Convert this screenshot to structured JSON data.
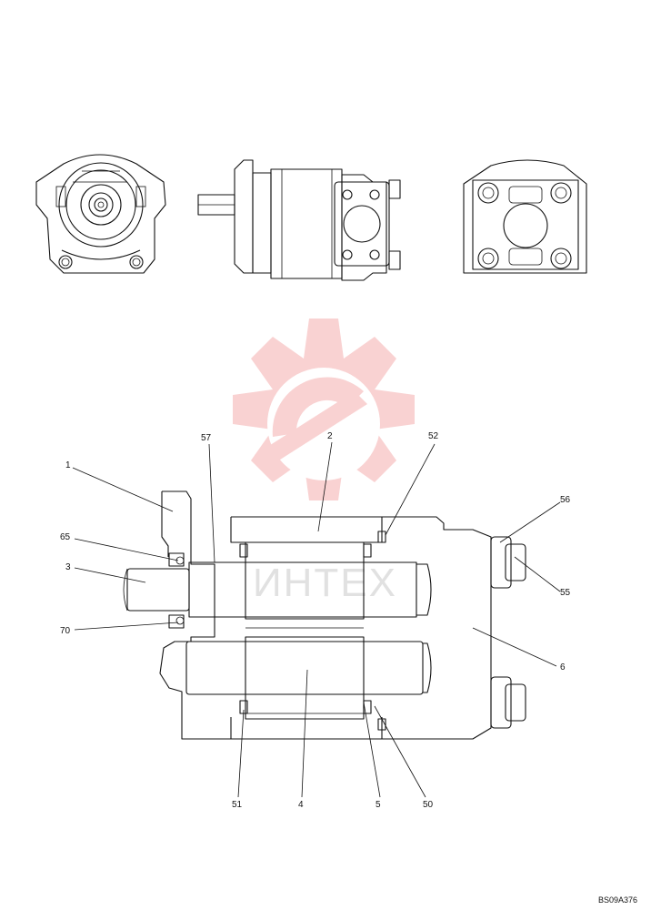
{
  "watermark": {
    "brand_text": "ИНТЕХ",
    "color": "#f4a6a6"
  },
  "drawing_code": "BS09A376",
  "callouts": [
    {
      "id": "c1",
      "text": "1"
    },
    {
      "id": "c2",
      "text": "2"
    },
    {
      "id": "c3",
      "text": "3"
    },
    {
      "id": "c4",
      "text": "4"
    },
    {
      "id": "c5",
      "text": "5"
    },
    {
      "id": "c6",
      "text": "6"
    },
    {
      "id": "c50",
      "text": "50"
    },
    {
      "id": "c51",
      "text": "51"
    },
    {
      "id": "c52",
      "text": "52"
    },
    {
      "id": "c55",
      "text": "55"
    },
    {
      "id": "c56",
      "text": "56"
    },
    {
      "id": "c57",
      "text": "57"
    },
    {
      "id": "c65",
      "text": "65"
    },
    {
      "id": "c70",
      "text": "70"
    }
  ]
}
